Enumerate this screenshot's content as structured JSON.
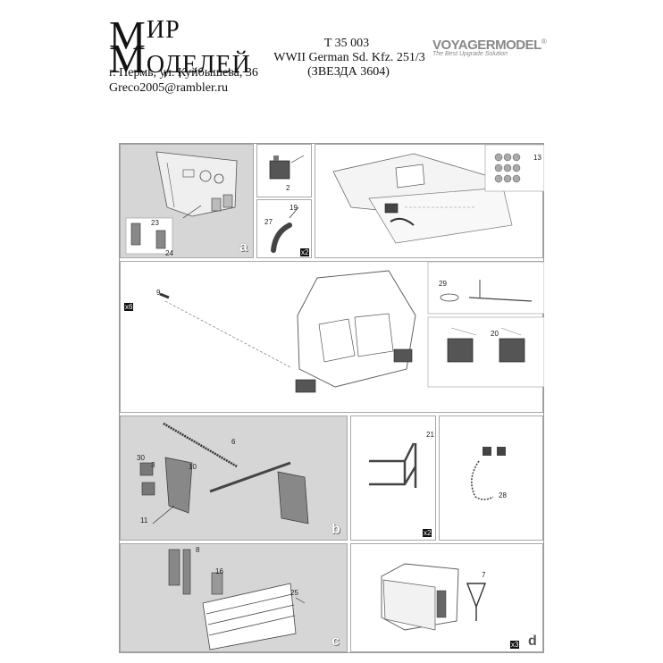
{
  "header": {
    "logo_line1_cap": "М",
    "logo_line1_rest": "ИР",
    "logo_line2_cap": "М",
    "logo_line2_rest": "ОДЕЛЕЙ",
    "address": "г. Пермь, ул. Куйбышева, 36",
    "email": "Greco2005@rambler.ru",
    "product_code": "T 35 003",
    "product_title": "WWII  German Sd. Kfz. 251/3",
    "product_ref": "(ЗВЕЗДА 3604)",
    "brand": "VOYAGERMODEL",
    "brand_registered": "®",
    "brand_tagline": "The Best Upgrade Solution"
  },
  "sections": {
    "a": "a",
    "b": "b",
    "c": "c",
    "d": "d"
  },
  "part_numbers": {
    "p2": "2",
    "p13": "13",
    "p19": "19",
    "p27": "27",
    "p23": "23",
    "p24": "24",
    "p9": "9",
    "p29": "29",
    "p20": "20",
    "p6": "6",
    "p3": "3",
    "p10": "10",
    "p30": "30",
    "p11": "11",
    "p21": "21",
    "p28": "28",
    "p8": "8",
    "p16": "16",
    "p25": "25",
    "p7": "7"
  },
  "quantities": {
    "x2_top": "x2",
    "x6": "x6",
    "x2_frame": "x2",
    "x3": "x3"
  }
}
